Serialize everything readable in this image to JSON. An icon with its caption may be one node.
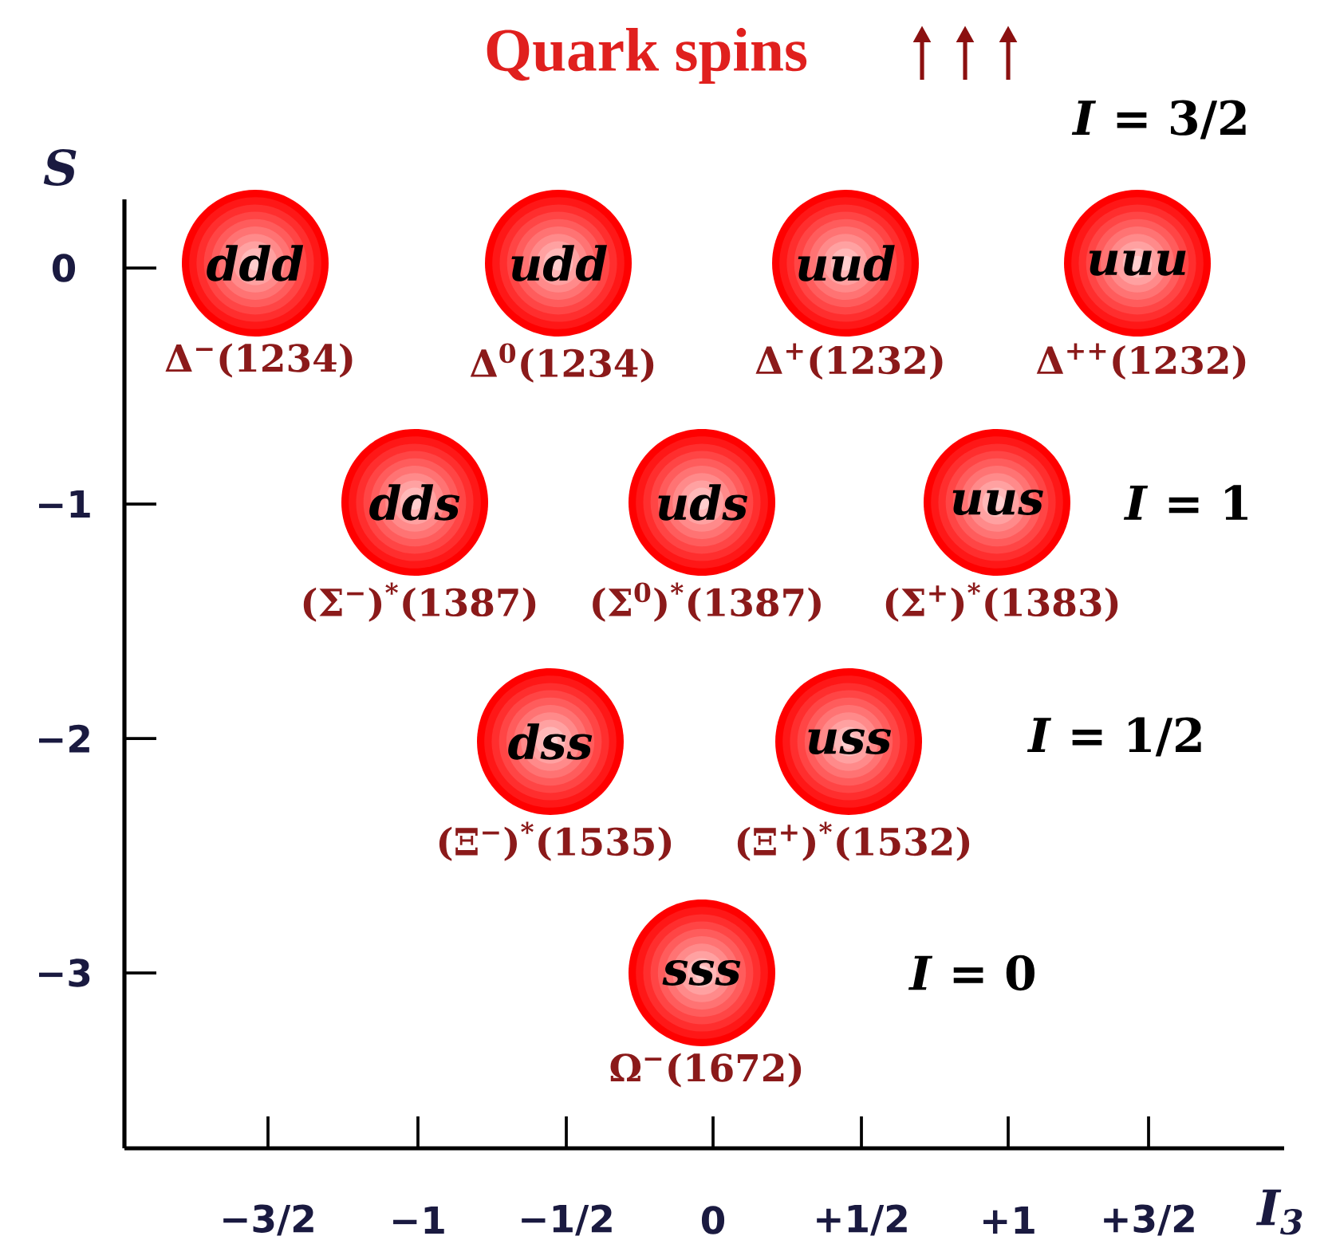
{
  "diagram": {
    "title": "Quark spins",
    "nodes": [
      {
        "text": [
          "ddd"
        ],
        "beside": [
          "Δ$^{−}$(1234)"
        ]
      },
      {
        "text": [
          "udd"
        ],
        "beside": [
          "Δ$^{0}$(1234)"
        ]
      },
      {
        "text": [
          "uud"
        ],
        "beside": [
          "Δ$^{+}$(1232)"
        ]
      },
      {
        "text": [
          "uuu"
        ],
        "beside": [
          "Δ$^{++}$(1232)"
        ]
      },
      {
        "text": [
          "dds"
        ],
        "beside": [
          "(Σ$^{−}$)$^{*}$(1387)"
        ]
      },
      {
        "text": [
          "uds"
        ],
        "beside": [
          "(Σ$^{0}$)$^{*}$(1387)"
        ]
      },
      {
        "text": [
          "uus"
        ],
        "beside": [
          "(Σ$^{+}$)$^{*}$(1383)"
        ]
      },
      {
        "text": [
          "dss"
        ],
        "beside": [
          "(Ξ$^{−}$)$^{*}$(1535)"
        ]
      },
      {
        "text": [
          "uss"
        ],
        "beside": [
          "(Ξ$^{+}$)$^{*}$(1532)"
        ]
      },
      {
        "text": [
          "sss"
        ],
        "beside": [
          "Ω$^{−}$(1672)"
        ]
      }
    ],
    "labels": [
      "S",
      "*I* = 3/2",
      "0",
      "−1",
      "*I* = 1",
      "−2",
      "*I* = 1/2",
      "−3",
      "*I* = 0",
      "−3/2",
      "−1",
      "−1/2",
      "0",
      "+1/2",
      "+1",
      "+3/2",
      "*I*$_{3}$"
    ]
  }
}
